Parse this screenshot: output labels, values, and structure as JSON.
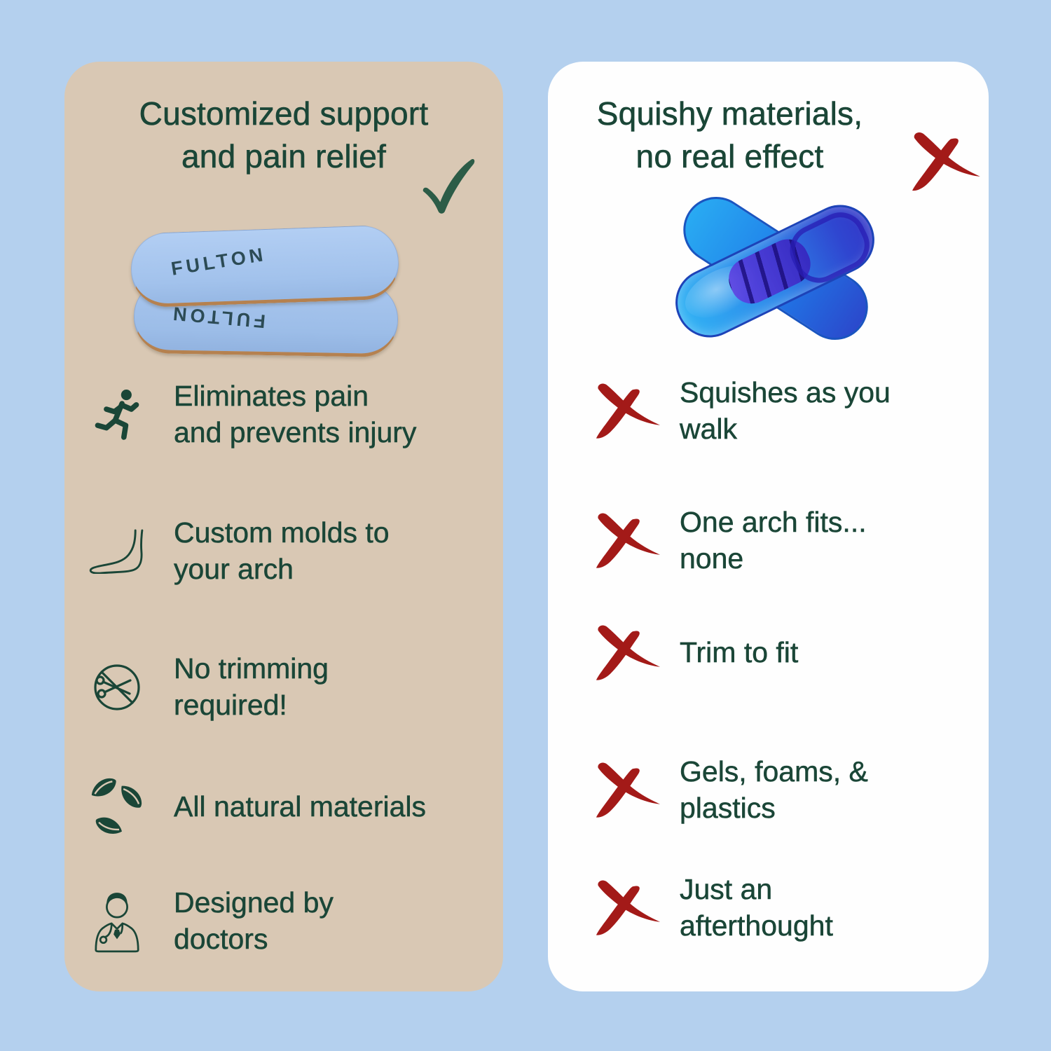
{
  "colors": {
    "background": "#b4d0ee",
    "left_panel_bg": "#d9c8b4",
    "right_panel_bg": "#fefefe",
    "text_green": "#1a4637",
    "check_green": "#2c5c47",
    "cross_red": "#a31a18",
    "insole_blue": "#a6c6ee",
    "insole_edge_tan": "#b5814f",
    "gel_blue_light": "#31b2f4",
    "gel_blue_dark": "#2f46d0",
    "gel_arch_purple": "#5a3ccf"
  },
  "left_panel": {
    "title": "Customized support\nand pain relief",
    "title_mark": "check",
    "product_label": "FULTON",
    "items": [
      {
        "icon": "runner-icon",
        "text": "Eliminates pain\nand prevents injury"
      },
      {
        "icon": "foot-icon",
        "text": "Custom molds to\nyour arch"
      },
      {
        "icon": "no-trimming-icon",
        "text": "No trimming\nrequired!"
      },
      {
        "icon": "leaves-icon",
        "text": "All natural materials"
      },
      {
        "icon": "doctor-icon",
        "text": "Designed by\ndoctors"
      }
    ]
  },
  "right_panel": {
    "title": "Squishy materials,\nno real effect",
    "title_mark": "cross",
    "items": [
      {
        "icon": "x-icon",
        "text": "Squishes as you\nwalk"
      },
      {
        "icon": "x-icon",
        "text": "One arch fits...\nnone"
      },
      {
        "icon": "x-icon",
        "text": "Trim to fit"
      },
      {
        "icon": "x-icon",
        "text": "Gels, foams, &\nplastics"
      },
      {
        "icon": "x-icon",
        "text": "Just an\nafterthought"
      }
    ]
  }
}
